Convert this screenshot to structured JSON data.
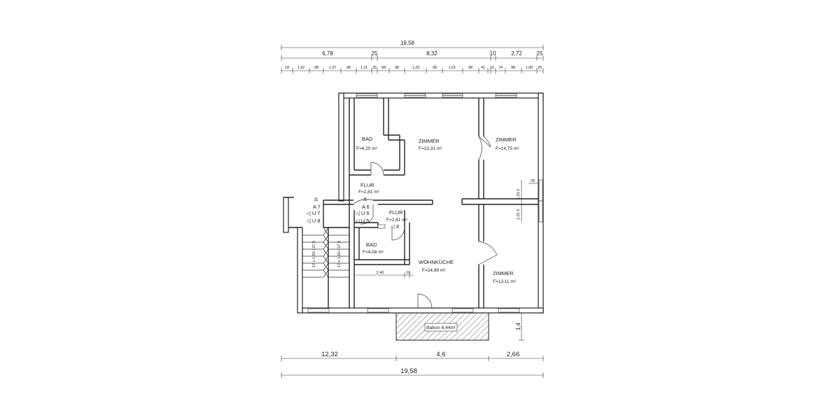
{
  "dimensions": {
    "top_total": "19,58",
    "top_row2": [
      "6,78",
      "25",
      "8,32",
      "10",
      "2,72",
      "25"
    ],
    "top_row3": [
      "18",
      "1,02",
      "98",
      "1,37",
      "98",
      "1,11",
      "25",
      "68",
      "98",
      "1,29",
      "98",
      "1,01",
      "98",
      "41",
      "10",
      "74",
      "98",
      "1,00",
      "25"
    ],
    "bottom_row1": [
      "12,32",
      "4,6",
      "2,66"
    ],
    "bottom_total": "19,58",
    "right_balcony": "1,4",
    "right_small_top": "29",
    "right_window_1": "1,01 5",
    "right_window_2": "1,01 5",
    "bath2_width": "2,40",
    "bath2_extra": "10",
    "stair_left": "17 x 1,50 / 27,5",
    "stair_right": "17 x 1,50 / 27,5"
  },
  "rooms": {
    "bad1": {
      "name": "BAD",
      "area": "F=6,20 m²"
    },
    "zimmer1": {
      "name": "ZIMMER",
      "area": "F=23,31 m²"
    },
    "zimmer2": {
      "name": "ZIMMER",
      "area": "F=14,75 m²"
    },
    "flur1": {
      "name": "FLUR",
      "area": "F=2,81 m²"
    },
    "flur2": {
      "name": "FLUR",
      "area": "F=2,81 m²"
    },
    "bad2": {
      "name": "BAD",
      "area": "F=4,08 m²"
    },
    "wohnkueche": {
      "name": "WOHNKÜCHE",
      "area": "F=24,99 m²"
    },
    "zimmer3": {
      "name": "ZIMMER",
      "area": "F=13,11 m²"
    },
    "balkon": {
      "name": "Balkon 6,44m²"
    }
  },
  "markers": {
    "left_top": "Δ",
    "left_a7": "A  7",
    "left_u7": "◁ U  7",
    "left_u8": "◁ U  8",
    "center_top": "Δ",
    "center_a6": "A  6",
    "center_u6": "◁ U  6",
    "center_u5": "◁ U  5",
    "center_4": "◁  4"
  }
}
